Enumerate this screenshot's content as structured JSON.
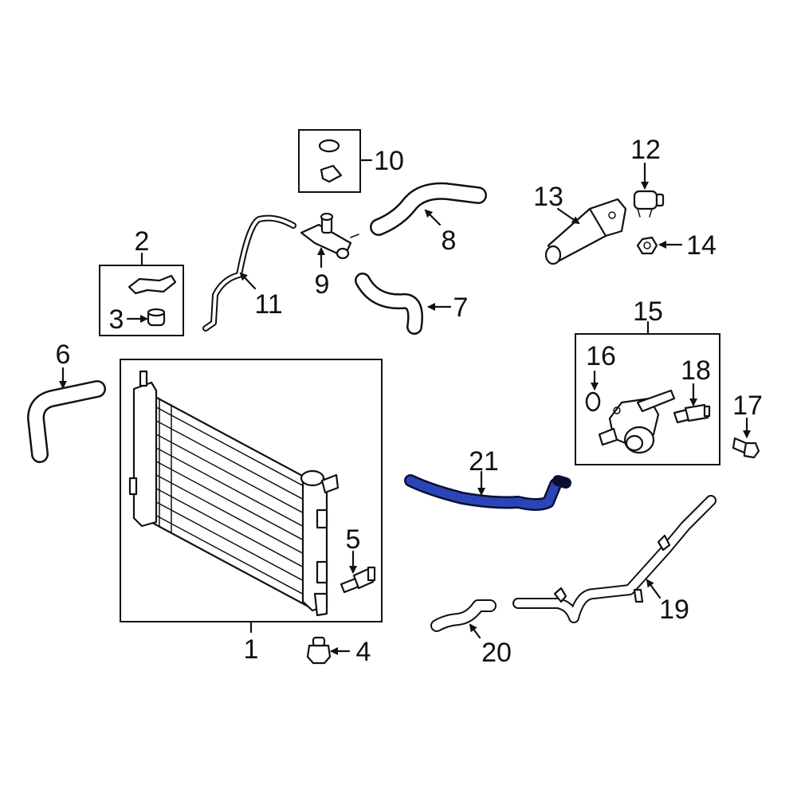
{
  "diagram": {
    "highlight_color": "#2b45b8",
    "line_color": "#111111",
    "callouts": [
      {
        "id": "1",
        "text": "1"
      },
      {
        "id": "2",
        "text": "2"
      },
      {
        "id": "3",
        "text": "3"
      },
      {
        "id": "4",
        "text": "4"
      },
      {
        "id": "5",
        "text": "5"
      },
      {
        "id": "6",
        "text": "6"
      },
      {
        "id": "7",
        "text": "7"
      },
      {
        "id": "8",
        "text": "8"
      },
      {
        "id": "9",
        "text": "9"
      },
      {
        "id": "10",
        "text": "10"
      },
      {
        "id": "11",
        "text": "11"
      },
      {
        "id": "12",
        "text": "12"
      },
      {
        "id": "13",
        "text": "13"
      },
      {
        "id": "14",
        "text": "14"
      },
      {
        "id": "15",
        "text": "15"
      },
      {
        "id": "16",
        "text": "16"
      },
      {
        "id": "17",
        "text": "17"
      },
      {
        "id": "18",
        "text": "18"
      },
      {
        "id": "19",
        "text": "19"
      },
      {
        "id": "20",
        "text": "20"
      },
      {
        "id": "21",
        "text": "21"
      }
    ]
  }
}
